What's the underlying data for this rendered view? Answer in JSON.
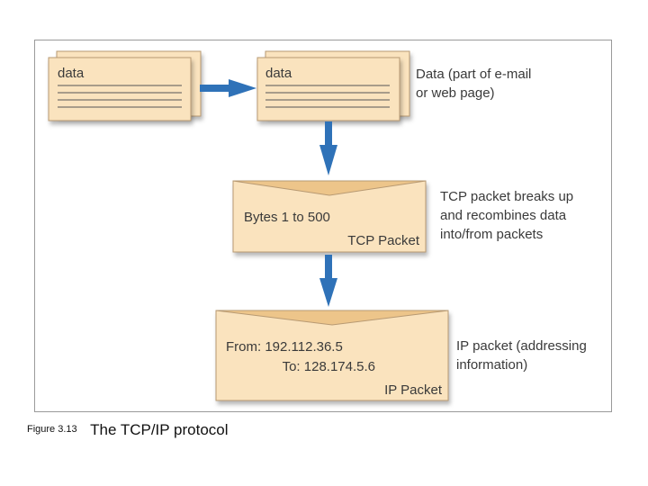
{
  "source_doc": {
    "label": "data"
  },
  "dest_doc": {
    "label": "data"
  },
  "notes": {
    "data": [
      "Data (part of e-mail",
      "or web page)"
    ],
    "tcp": [
      "TCP packet breaks up",
      "and recombines data",
      "into/from packets"
    ],
    "ip": [
      "IP packet (addressing",
      "information)"
    ]
  },
  "tcp_packet": {
    "content": "Bytes 1 to 500",
    "label": "TCP Packet"
  },
  "ip_packet": {
    "from": "From: 192.112.36.5",
    "to": "To: 128.174.5.6",
    "label": "IP Packet"
  },
  "caption": {
    "number": "Figure 3.13",
    "title": "The TCP/IP protocol"
  },
  "colors": {
    "paper": "#fae3be",
    "paper_edge": "#b89a73",
    "flap": "#edc58a",
    "arrow": "#2f72b8"
  }
}
